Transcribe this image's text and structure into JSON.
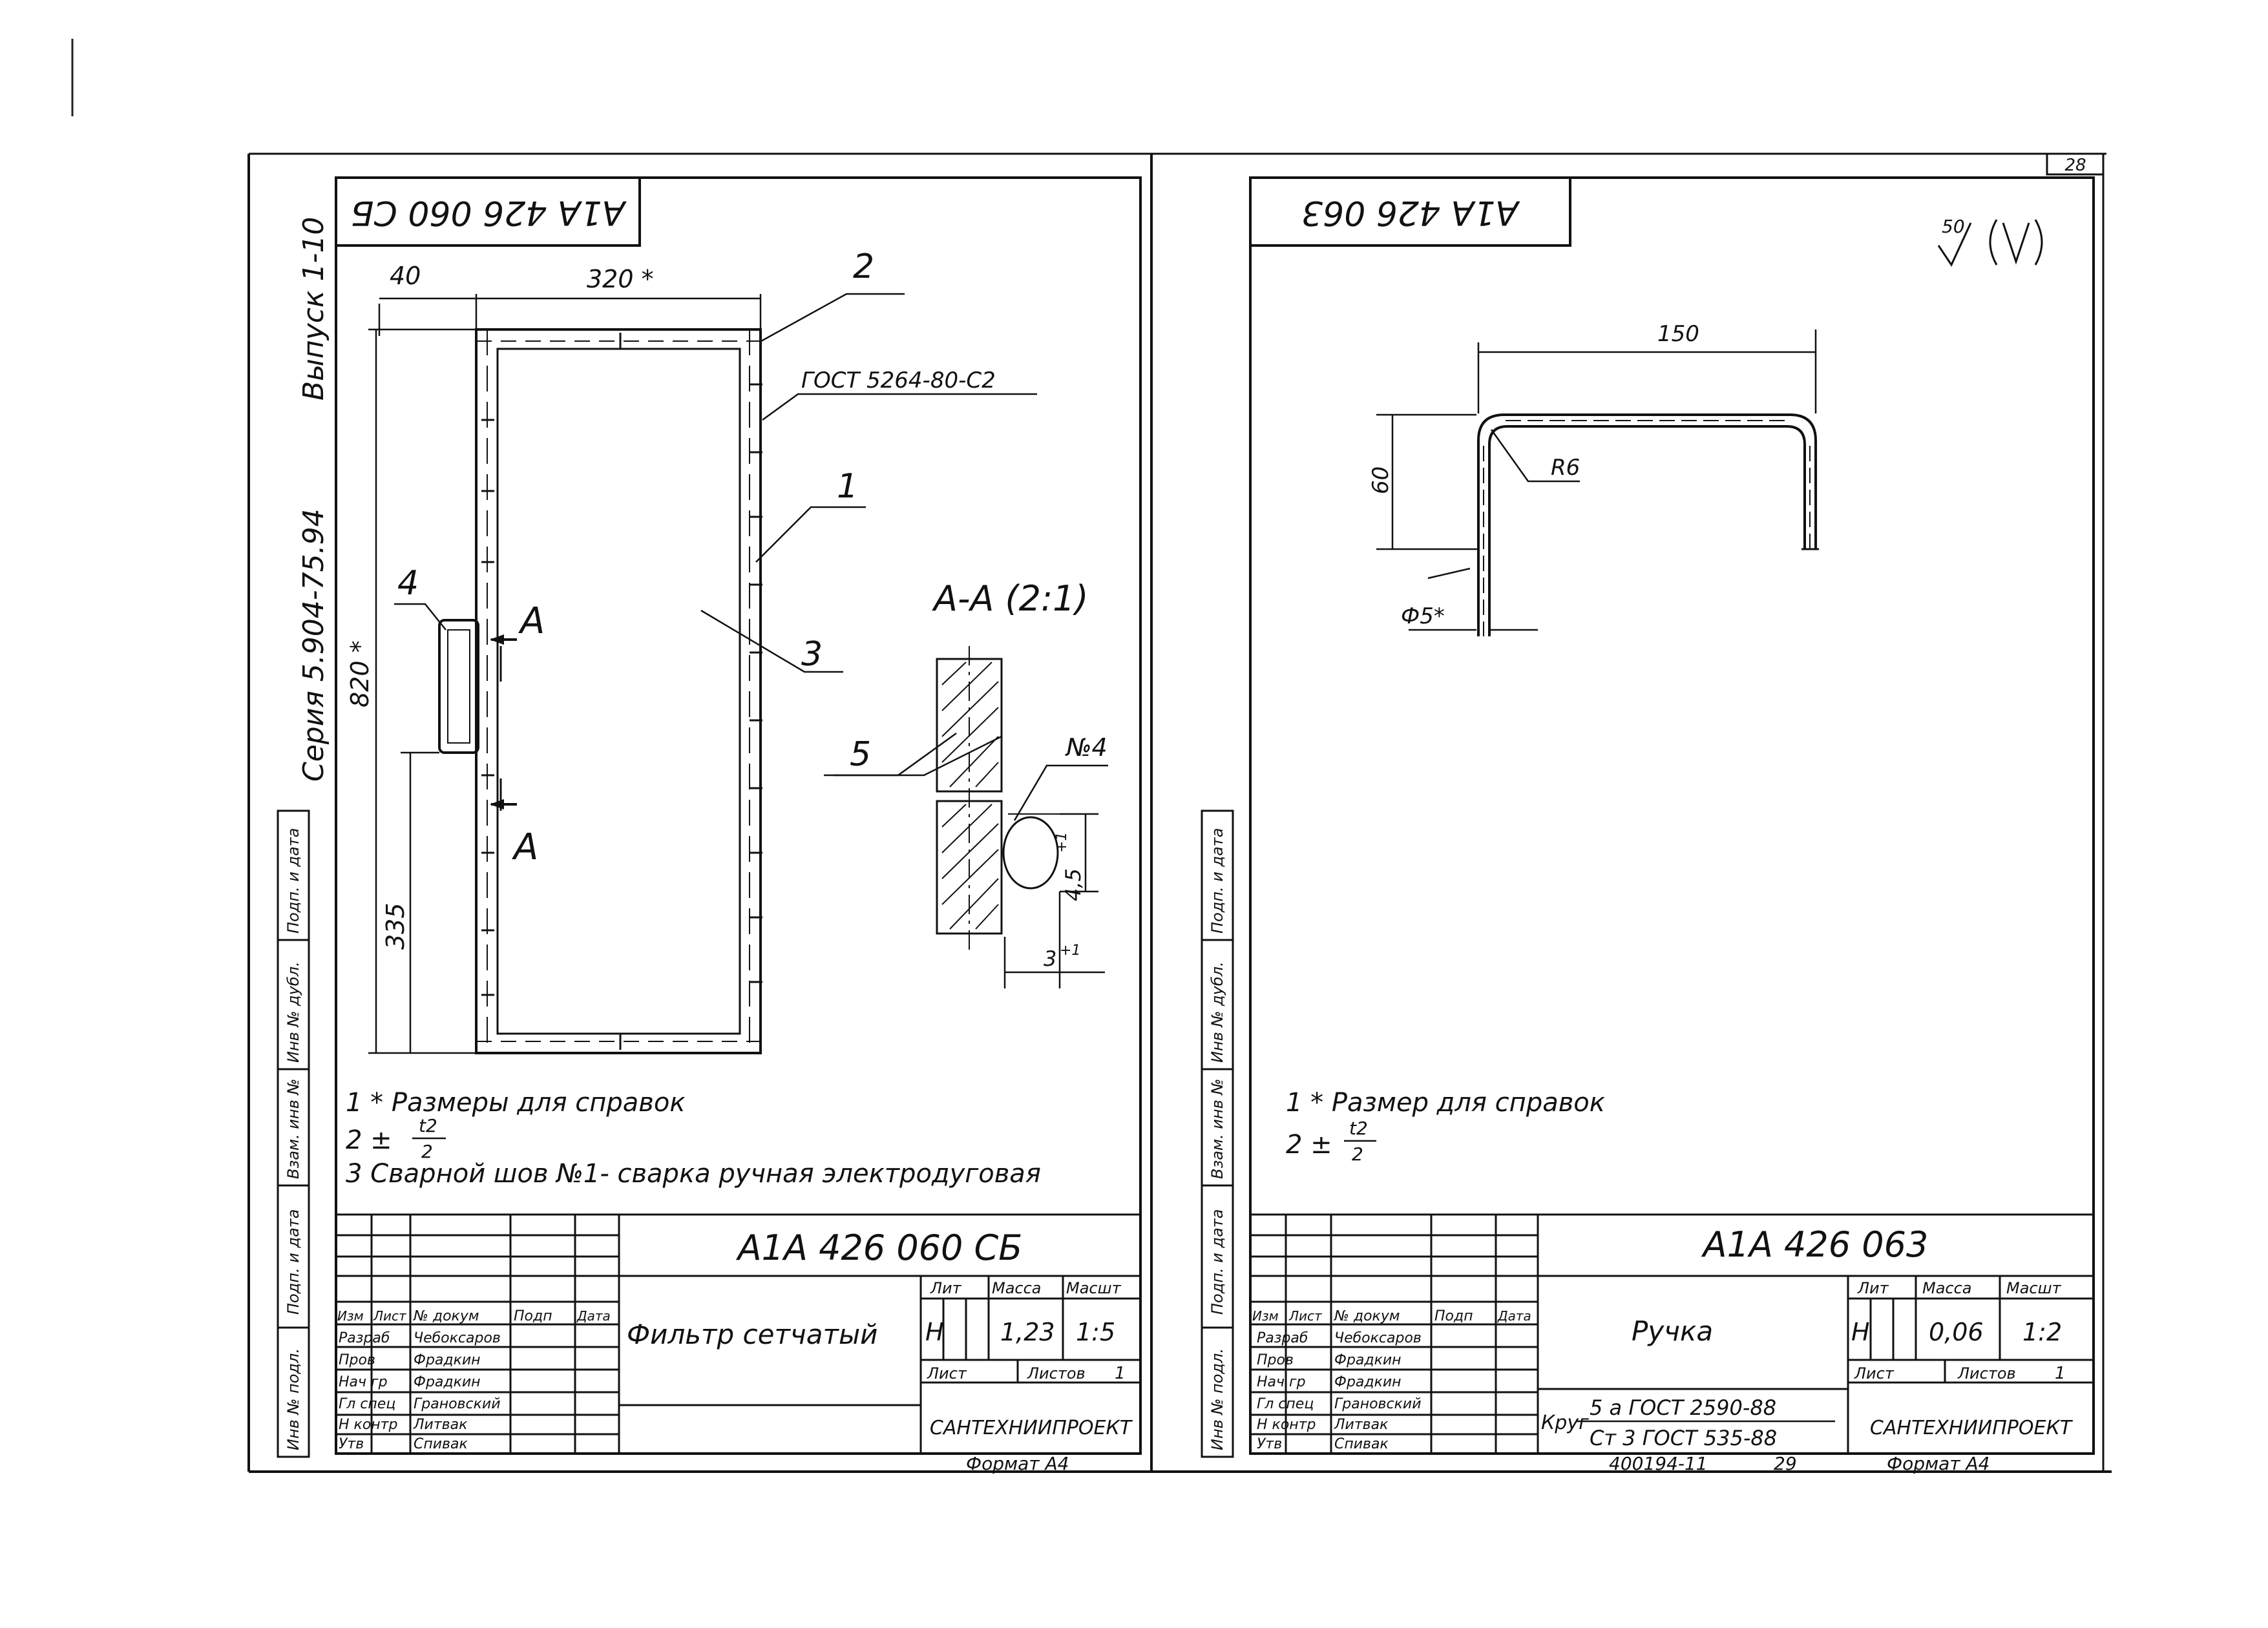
{
  "page_number": "28",
  "margin_stamps": {
    "series": "Серия 5.904-75.94",
    "issue": "Выпуск 1-10",
    "cols": [
      "Инв № подл.",
      "Подп. и дата",
      "Взам. инв №",
      "Инв № дубл.",
      "Подп. и дата"
    ]
  },
  "left_sheet": {
    "mirror_code": "А1А 426 060 СБ",
    "dims": {
      "d40": "40",
      "d320": "320 *",
      "d820": "820 *",
      "d335": "335",
      "d45": "4,5",
      "d45tol": "+1",
      "d3": "3",
      "d3tol": "+1"
    },
    "leaders": {
      "p1": "1",
      "p2": "2",
      "p3": "3",
      "p4": "4",
      "p5": "5"
    },
    "gost_weld": "ГОСТ 5264-80-С2",
    "section_mark": "А",
    "section_title": "А-А (2:1)",
    "weld_no": "№4",
    "notes": {
      "n1": "1 * Размеры для справок",
      "n2_prefix": "2 ±",
      "n2_num": "t2",
      "n2_den": "2",
      "n3": "3 Сварной шов №1- сварка ручная электродуговая"
    },
    "title_block": {
      "doc_code": "А1А 426 060 СБ",
      "name": "Фильтр сетчатый",
      "org": "САНТЕХНИИПРОЕКТ",
      "col_headers": [
        "Изм",
        "Лист",
        "№ докум",
        "Подп",
        "Дата"
      ],
      "roles": [
        "Разраб",
        "Пров",
        "Нач гр",
        "Гл спец",
        "Н контр",
        "Утв"
      ],
      "people": [
        "Чебоксаров",
        "Фрадкин",
        "Фрадкин",
        "Грановский",
        "Литвак",
        "Спивак"
      ],
      "lit_label": "Лит",
      "mass_label": "Масса",
      "scale_label": "Масшт",
      "lit": "Н",
      "mass": "1,23",
      "scale": "1:5",
      "sheet_label": "Лист",
      "sheets_label": "Листов",
      "sheets": "1",
      "format": "Формат А4"
    }
  },
  "right_sheet": {
    "mirror_code": "А1А 426 063",
    "roughness_value": "50",
    "dims": {
      "d150": "150",
      "d60": "60",
      "r6": "R6",
      "d5": "Ф5*"
    },
    "notes": {
      "n1": "1 * Размер для справок",
      "n2_prefix": "2 ±",
      "n2_num": "t2",
      "n2_den": "2"
    },
    "title_block": {
      "doc_code": "А1А 426 063",
      "name": "Ручка",
      "material_prefix": "Круг",
      "material_top": "5 а ГОСТ 2590-88",
      "material_bottom": "Ст 3 ГОСТ 535-88",
      "org": "САНТЕХНИИПРОЕКТ",
      "col_headers": [
        "Изм",
        "Лист",
        "№ докум",
        "Подп",
        "Дата"
      ],
      "roles": [
        "Разраб",
        "Пров",
        "Нач гр",
        "Гл спец",
        "Н контр",
        "Утв"
      ],
      "people": [
        "Чебоксаров",
        "Фрадкин",
        "Фрадкин",
        "Грановский",
        "Литвак",
        "Спивак"
      ],
      "lit_label": "Лит",
      "mass_label": "Масса",
      "scale_label": "Масшт",
      "lit": "Н",
      "mass": "0,06",
      "scale": "1:2",
      "sheet_label": "Лист",
      "sheets_label": "Листов",
      "sheets": "1",
      "format": "Формат А4"
    },
    "footer_code": "400194-11",
    "footer_page": "29"
  }
}
